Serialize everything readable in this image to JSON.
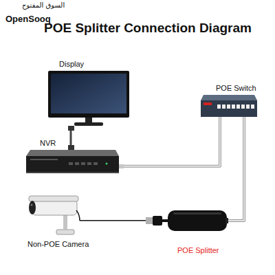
{
  "diagram": {
    "title": "POE Splitter Connection Diagram",
    "nodes": [
      {
        "text": [
          "Display"
        ]
      },
      {
        "text": [
          "POE Switch"
        ]
      },
      {
        "text": [
          "NVR"
        ]
      },
      {
        "text": [
          "Non-POE Camera"
        ]
      },
      {
        "text": [
          "POE Splitter"
        ]
      }
    ],
    "edges": [
      {
        "from": 0,
        "to": 2,
        "arrow": "none"
      },
      {
        "from": 2,
        "to": 1,
        "arrow": "none"
      },
      {
        "from": 1,
        "to": 4,
        "arrow": "none"
      },
      {
        "from": 3,
        "to": 4,
        "arrow": "none"
      }
    ],
    "labels": [
      "السوق المفتوح",
      "OpenSooq"
    ]
  }
}
